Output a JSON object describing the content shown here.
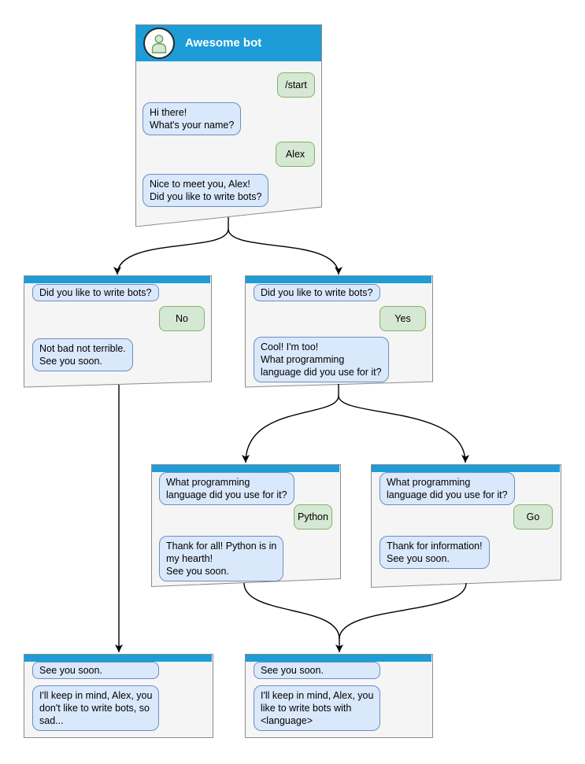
{
  "diagram": {
    "colors": {
      "header_blue": "#1e9cd7",
      "window_fill": "#f5f5f5",
      "window_border": "#8c8c8c",
      "bot_bubble_fill": "#dae8fc",
      "bot_bubble_border": "#6c8ebf",
      "user_bubble_fill": "#d5e8d4",
      "user_bubble_border": "#82b366",
      "title_text": "#ffffff",
      "connector": "#000000"
    },
    "icons": {
      "avatar": "person-icon"
    },
    "windows": [
      {
        "name": "awesome-bot-start",
        "title": "Awesome bot",
        "messages": [
          {
            "from": "user",
            "text": "/start"
          },
          {
            "from": "bot",
            "text": "Hi there!\nWhat's your name?"
          },
          {
            "from": "user",
            "text": "Alex"
          },
          {
            "from": "bot",
            "text": "Nice to meet you, Alex!\nDid you like to write bots?"
          }
        ]
      },
      {
        "name": "branch-no",
        "messages": [
          {
            "from": "bot",
            "text": "Did you like to write bots?"
          },
          {
            "from": "user",
            "text": "No"
          },
          {
            "from": "bot",
            "text": "Not bad not terrible.\nSee you soon."
          }
        ]
      },
      {
        "name": "branch-yes",
        "messages": [
          {
            "from": "bot",
            "text": "Did you like to write bots?"
          },
          {
            "from": "user",
            "text": "Yes"
          },
          {
            "from": "bot",
            "text": "Cool! I'm too!\nWhat programming\nlanguage did you use for it?"
          }
        ]
      },
      {
        "name": "branch-python",
        "messages": [
          {
            "from": "bot",
            "text": "What programming\nlanguage did you use for it?"
          },
          {
            "from": "user",
            "text": "Python"
          },
          {
            "from": "bot",
            "text": "Thank for all! Python is in\nmy hearth!\nSee you soon."
          }
        ]
      },
      {
        "name": "branch-go",
        "messages": [
          {
            "from": "bot",
            "text": "What programming\nlanguage did you use for it?"
          },
          {
            "from": "user",
            "text": "Go"
          },
          {
            "from": "bot",
            "text": "Thank for information!\nSee you soon."
          }
        ]
      },
      {
        "name": "end-no",
        "messages": [
          {
            "from": "bot",
            "text": "See you soon."
          },
          {
            "from": "bot",
            "text": "I'll keep in mind, Alex, you\ndon't like to write bots, so\nsad..."
          }
        ]
      },
      {
        "name": "end-yes",
        "messages": [
          {
            "from": "bot",
            "text": "See you soon."
          },
          {
            "from": "bot",
            "text": "I'll keep in mind, Alex, you\nlike to write bots with\n<language>"
          }
        ]
      }
    ]
  }
}
